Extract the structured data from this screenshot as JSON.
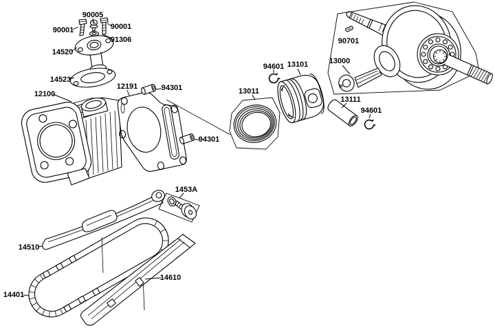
{
  "figure": {
    "background": "#ffffff",
    "line_color": "#000000",
    "label_color": "#000000",
    "labels": {
      "l90005": "90005",
      "l90001a": "90001",
      "l90001b": "90001",
      "l91306": "91306",
      "l14520": "14520",
      "l14523": "14523",
      "l12100": "12100",
      "l12191": "12191",
      "l94301a": "94301",
      "l94301b": "94301",
      "l13011": "13011",
      "l94601a": "94601",
      "l13101": "13101",
      "l13000": "13000",
      "l90701": "90701",
      "l13111": "13111",
      "l94601b": "94601",
      "l1453A": "1453A",
      "l14510": "14510",
      "l14610": "14610",
      "l14401": "14401"
    }
  }
}
